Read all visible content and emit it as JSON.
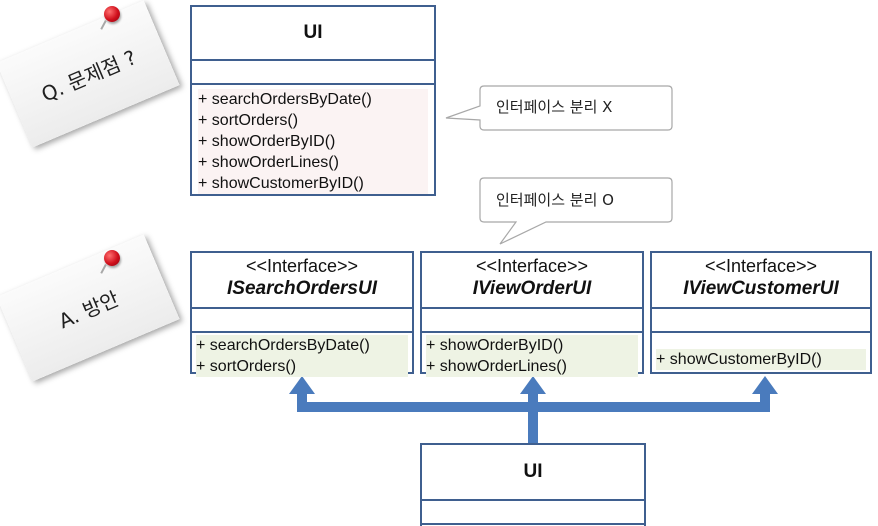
{
  "question": {
    "label": "Q. 문제점 ?"
  },
  "answer": {
    "label": "A. 방안"
  },
  "ui_top": {
    "title": "UI",
    "operations": [
      "+ searchOrdersByDate()",
      "+ sortOrders()",
      "+ showOrderByID()",
      "+ showOrderLines()",
      "+ showCustomerByID()"
    ]
  },
  "callout_x": {
    "text": "인터페이스 분리 X"
  },
  "callout_o": {
    "text": "인터페이스 분리 O"
  },
  "interfaces": [
    {
      "stereotype": "<<Interface>>",
      "name": "ISearchOrdersUI",
      "operations": [
        "+ searchOrdersByDate()",
        "+ sortOrders()"
      ]
    },
    {
      "stereotype": "<<Interface>>",
      "name": "IViewOrderUI",
      "operations": [
        "+ showOrderByID()",
        "+ showOrderLines()"
      ]
    },
    {
      "stereotype": "<<Interface>>",
      "name": "IViewCustomerUI",
      "operations": [
        "+ showCustomerByID()"
      ]
    }
  ],
  "ui_bottom": {
    "title": "UI"
  },
  "colors": {
    "border": "#3f5f8f",
    "arrow": "#4a7bbd",
    "pin": "#d0101c",
    "highlight_top": "#fbf3f3",
    "highlight_interface": "#eef3e4"
  }
}
